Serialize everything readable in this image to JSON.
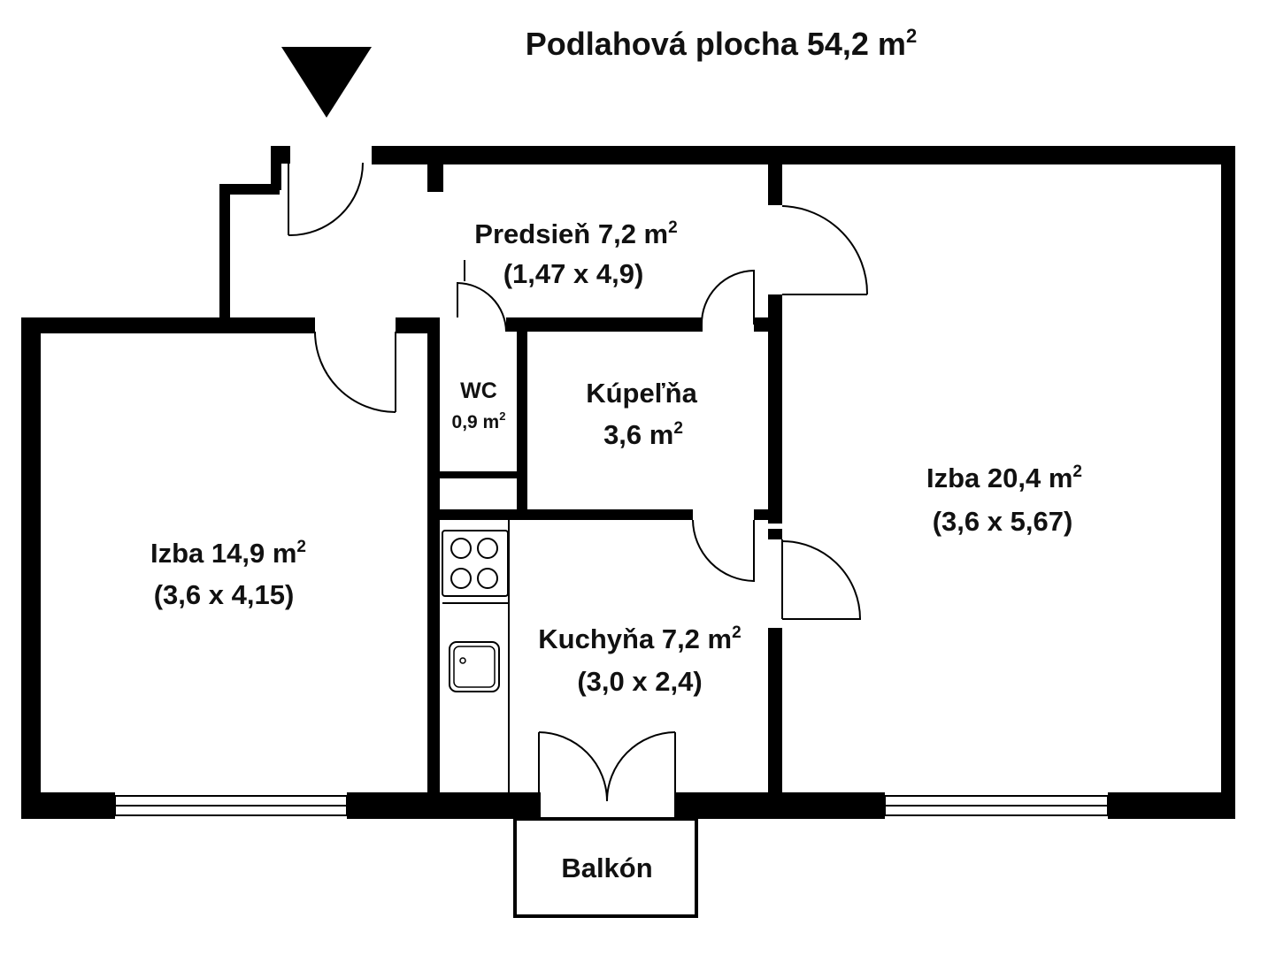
{
  "title": {
    "text": "Podlahová plocha 54,2 m",
    "sup": "2"
  },
  "rooms": {
    "predsien": {
      "name": "Predsieň 7,2 m",
      "sup": "2",
      "dims": "(1,47 x 4,9)"
    },
    "wc": {
      "name": "WC",
      "area": "0,9 m",
      "sup": "2"
    },
    "kupelna": {
      "name": "Kúpeľňa",
      "area": "3,6 m",
      "sup": "2"
    },
    "izba_left": {
      "name": "Izba 14,9 m",
      "sup": "2",
      "dims": "(3,6 x 4,15)"
    },
    "izba_right": {
      "name": "Izba 20,4 m",
      "sup": "2",
      "dims": "(3,6 x 5,67)"
    },
    "kuchyna": {
      "name": "Kuchyňa 7,2 m",
      "sup": "2",
      "dims": "(3,0 x 2,4)"
    },
    "balkon": {
      "name": "Balkón"
    }
  },
  "entrance_marker": {
    "icon": "entrance-arrow-icon"
  },
  "colors": {
    "wall": "#000000",
    "background": "#ffffff"
  }
}
